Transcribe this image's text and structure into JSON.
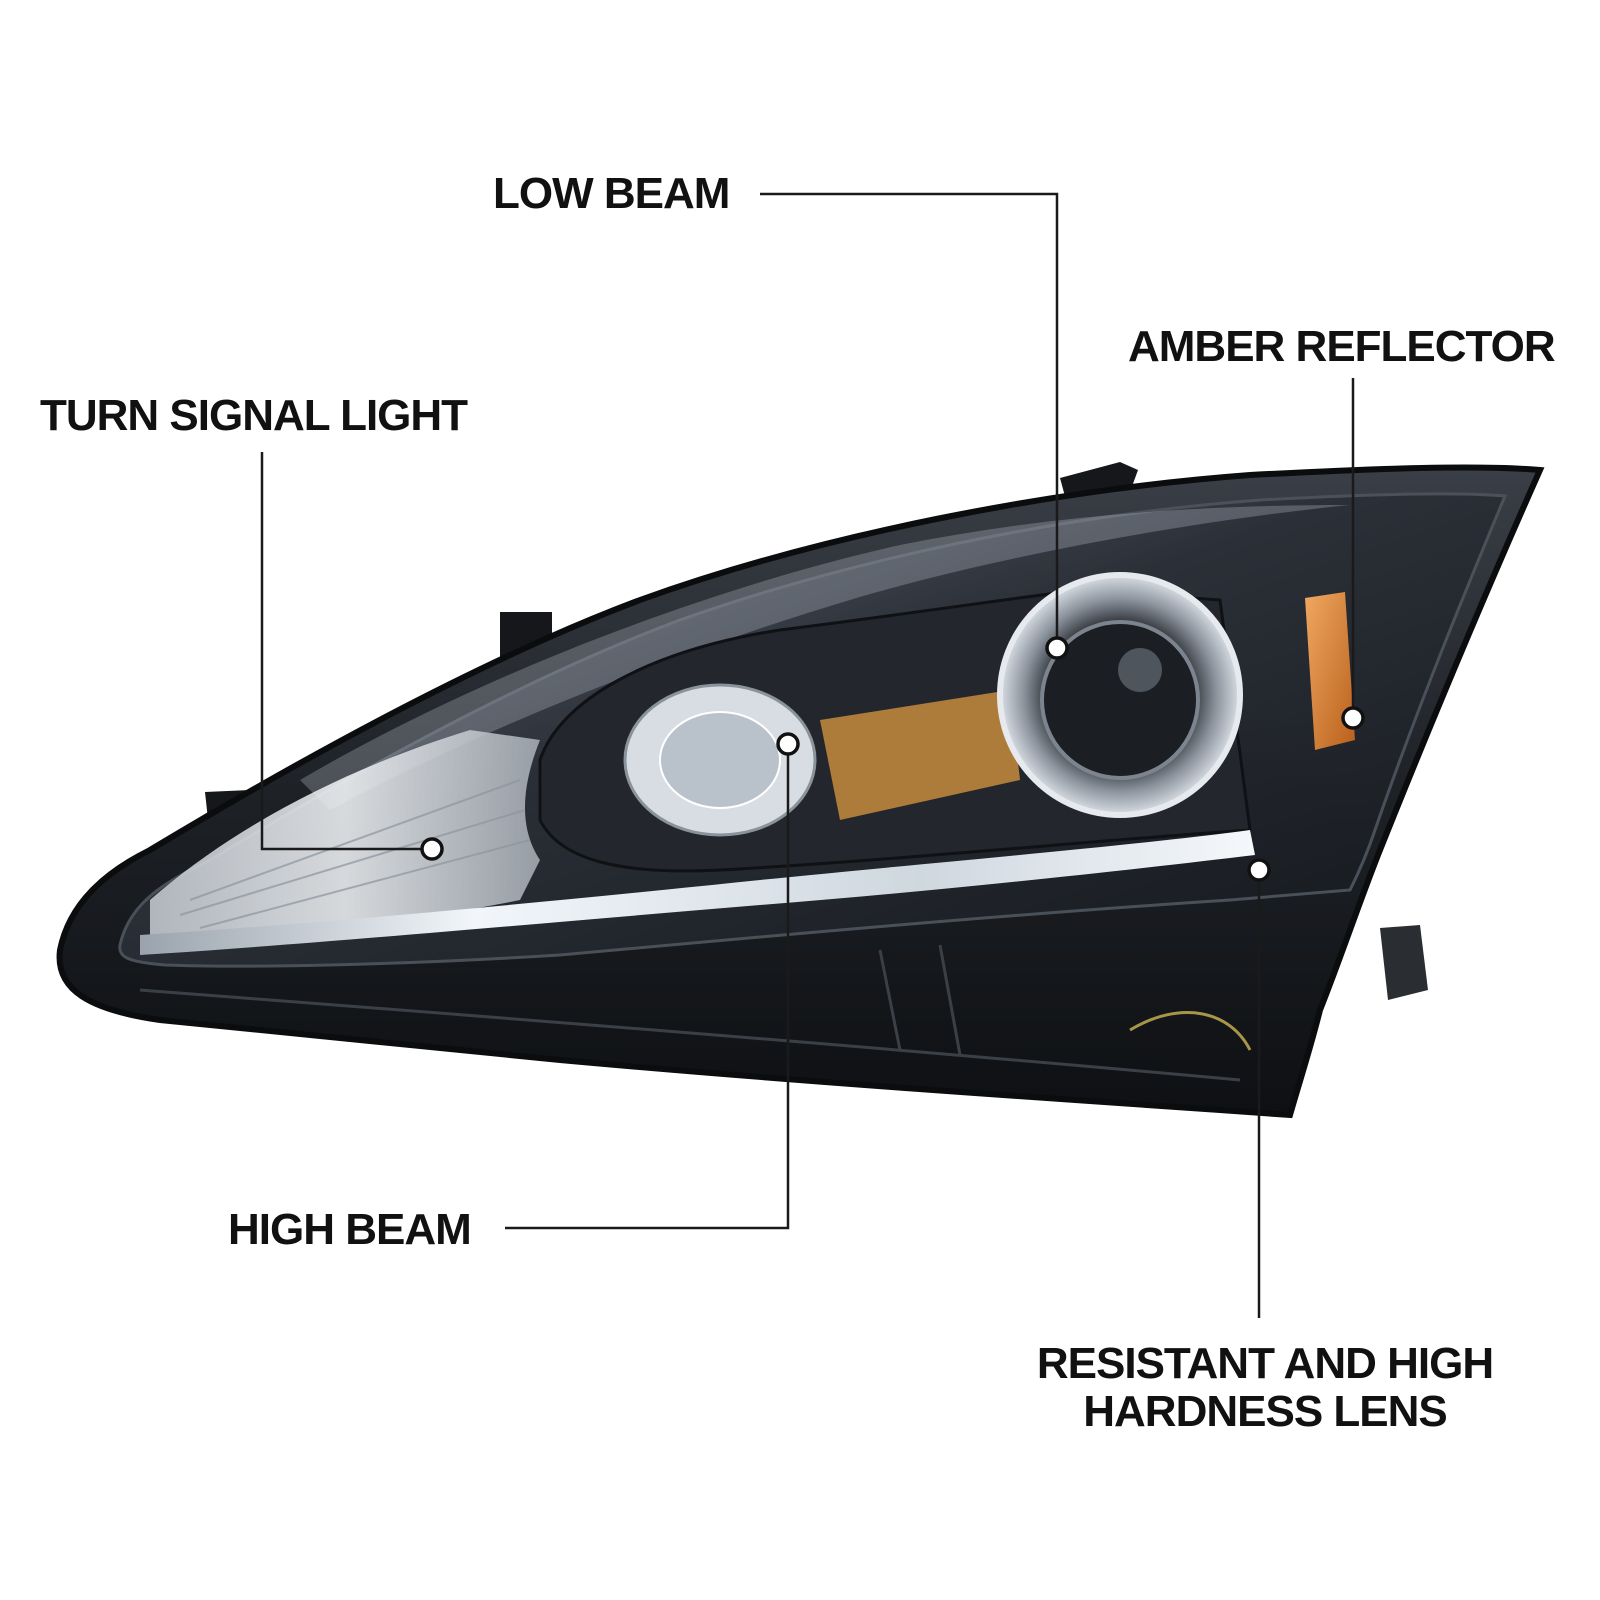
{
  "diagram": {
    "subject": "headlight-assembly",
    "colors": {
      "text": "#111111",
      "leader_line": "#1a1a1a",
      "marker_fill": "#ffffff",
      "housing": "#1e2126",
      "lens_highlight": "#e8eef4",
      "amber_reflector": "#d9822b",
      "turn_signal_amber": "#e8a040"
    },
    "callouts": {
      "low_beam": "LOW BEAM",
      "amber_reflector": "AMBER REFLECTOR",
      "turn_signal": "TURN SIGNAL LIGHT",
      "high_beam": "HIGH BEAM",
      "lens_line1": "RESISTANT AND HIGH",
      "lens_line2": "HARDNESS LENS"
    }
  }
}
